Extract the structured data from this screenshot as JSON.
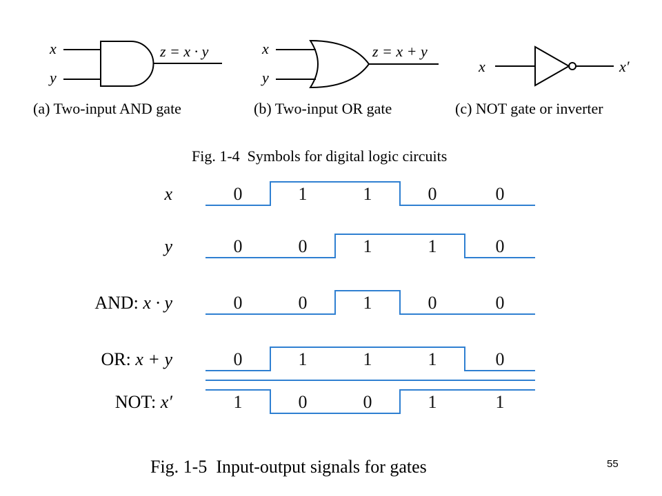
{
  "gates": [
    {
      "input1": "x",
      "input2": "y",
      "output": "z = x · y",
      "caption": "(a) Two-input AND gate"
    },
    {
      "input1": "x",
      "input2": "y",
      "output": "z = x + y",
      "caption": "(b) Two-input OR gate"
    },
    {
      "input1": "x",
      "output": "x′",
      "caption": "(c) NOT gate or inverter"
    }
  ],
  "fig14_caption": "Fig. 1-4  Symbols for digital logic circuits",
  "timing": {
    "colors": {
      "waveform": "#2e7fd1",
      "text": "#111111"
    },
    "signals": [
      {
        "label_prefix": "",
        "label_expr": "x",
        "values": [
          0,
          1,
          1,
          0,
          0
        ]
      },
      {
        "label_prefix": "",
        "label_expr": "y",
        "values": [
          0,
          0,
          1,
          1,
          0
        ]
      },
      {
        "label_prefix": "AND: ",
        "label_expr": "x · y",
        "values": [
          0,
          0,
          1,
          0,
          0
        ]
      },
      {
        "label_prefix": "OR: ",
        "label_expr": "x + y",
        "values": [
          0,
          1,
          1,
          1,
          0
        ]
      },
      {
        "label_prefix": "NOT: ",
        "label_expr": "x′",
        "values": [
          1,
          0,
          0,
          1,
          1
        ]
      }
    ]
  },
  "fig15_caption": "Fig. 1-5  Input-output signals for gates",
  "page_number": "55"
}
